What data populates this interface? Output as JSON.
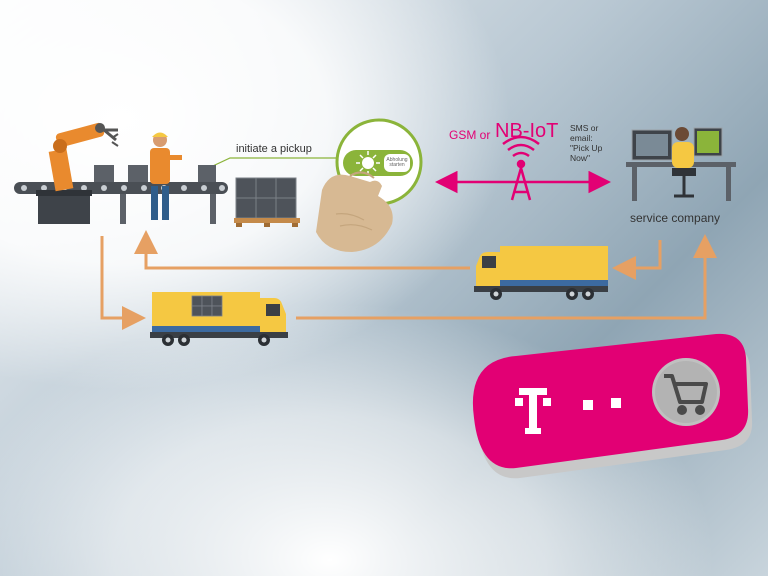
{
  "labels": {
    "initiate_pickup": "initiate a pickup",
    "gsm_or": "GSM or",
    "nb_iot": "NB-IoT",
    "sms_text": "SMS or email: \"Pick Up Now\"",
    "service_company": "service company",
    "button_text": "Abholung starten"
  },
  "colors": {
    "magenta": "#e20074",
    "arrow": "#e6a063",
    "truck_yellow": "#f5c842",
    "robot_orange": "#e98a2e",
    "button_green": "#8bb43a"
  },
  "icons": [
    "robot-arm-icon",
    "worker-icon",
    "conveyor-belt-icon",
    "pallet-icon",
    "hand-press-icon",
    "antenna-icon",
    "operator-desk-icon",
    "truck-icon",
    "telekom-logo-icon",
    "cart-icon"
  ]
}
